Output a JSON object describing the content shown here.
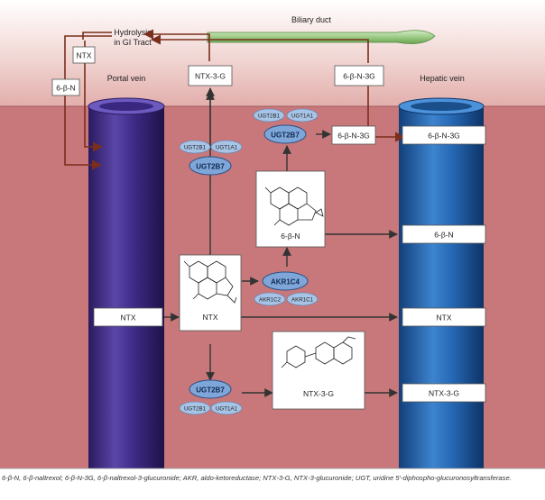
{
  "labels": {
    "biliary_duct": "Biliary duct",
    "hydrolysis_line1": "Hydrolysis",
    "hydrolysis_line2": "in GI Tract",
    "portal_vein": "Portal vein",
    "hepatic_vein": "Hepatic vein"
  },
  "boxes": {
    "ntx_top_left": "NTX",
    "six_b_n_left": "6-β-N",
    "ntx_3g_top": "NTX-3-G",
    "six_b_n_3g_top": "6-β-N-3G",
    "six_b_n_3g_mid": "6-β-N-3G",
    "six_b_n_3g_hepatic": "6-β-N-3G",
    "six_b_n_hepatic": "6-β-N",
    "ntx_portal": "NTX",
    "ntx_hepatic": "NTX",
    "ntx_3g_hepatic": "NTX-3-G"
  },
  "structures": {
    "six_b_n": "6-β-N",
    "ntx": "NTX",
    "ntx_3g": "NTX-3-G"
  },
  "enzymes": {
    "ugt_top_left": {
      "main": "UGT2B7",
      "sub1": "UGT2B1",
      "sub2": "UGT1A1"
    },
    "ugt_top_right": {
      "main": "UGT2B7",
      "sub1": "UGT2B1",
      "sub2": "UGT1A1"
    },
    "akr": {
      "main": "AKR1C4",
      "sub1": "AKR1C2",
      "sub2": "AKR1C1"
    },
    "ugt_bottom": {
      "main": "UGT2B7",
      "sub1": "UGT2B1",
      "sub2": "UGT1A1"
    }
  },
  "caption": "6-β-N, 6-β-naltrexol; 6-β-N-3G, 6-β-naltrexol-3-glucuronide; AKR, aldo-ketoreductase; NTX-3-G, NTX-3-glucuronide; UGT, uridine 5′-diphospho-glucuronosyltransferase.",
  "colors": {
    "liver": "#c8787a",
    "liver_top": "#e3b5b2",
    "portal_vein": "#3c2a7a",
    "hepatic_vein": "#1e5ea8",
    "enzyme": "#a7c4e6",
    "arrow": "#333333",
    "bile_arrow": "#7a2e1c",
    "biliary": "#8fbf7a"
  }
}
